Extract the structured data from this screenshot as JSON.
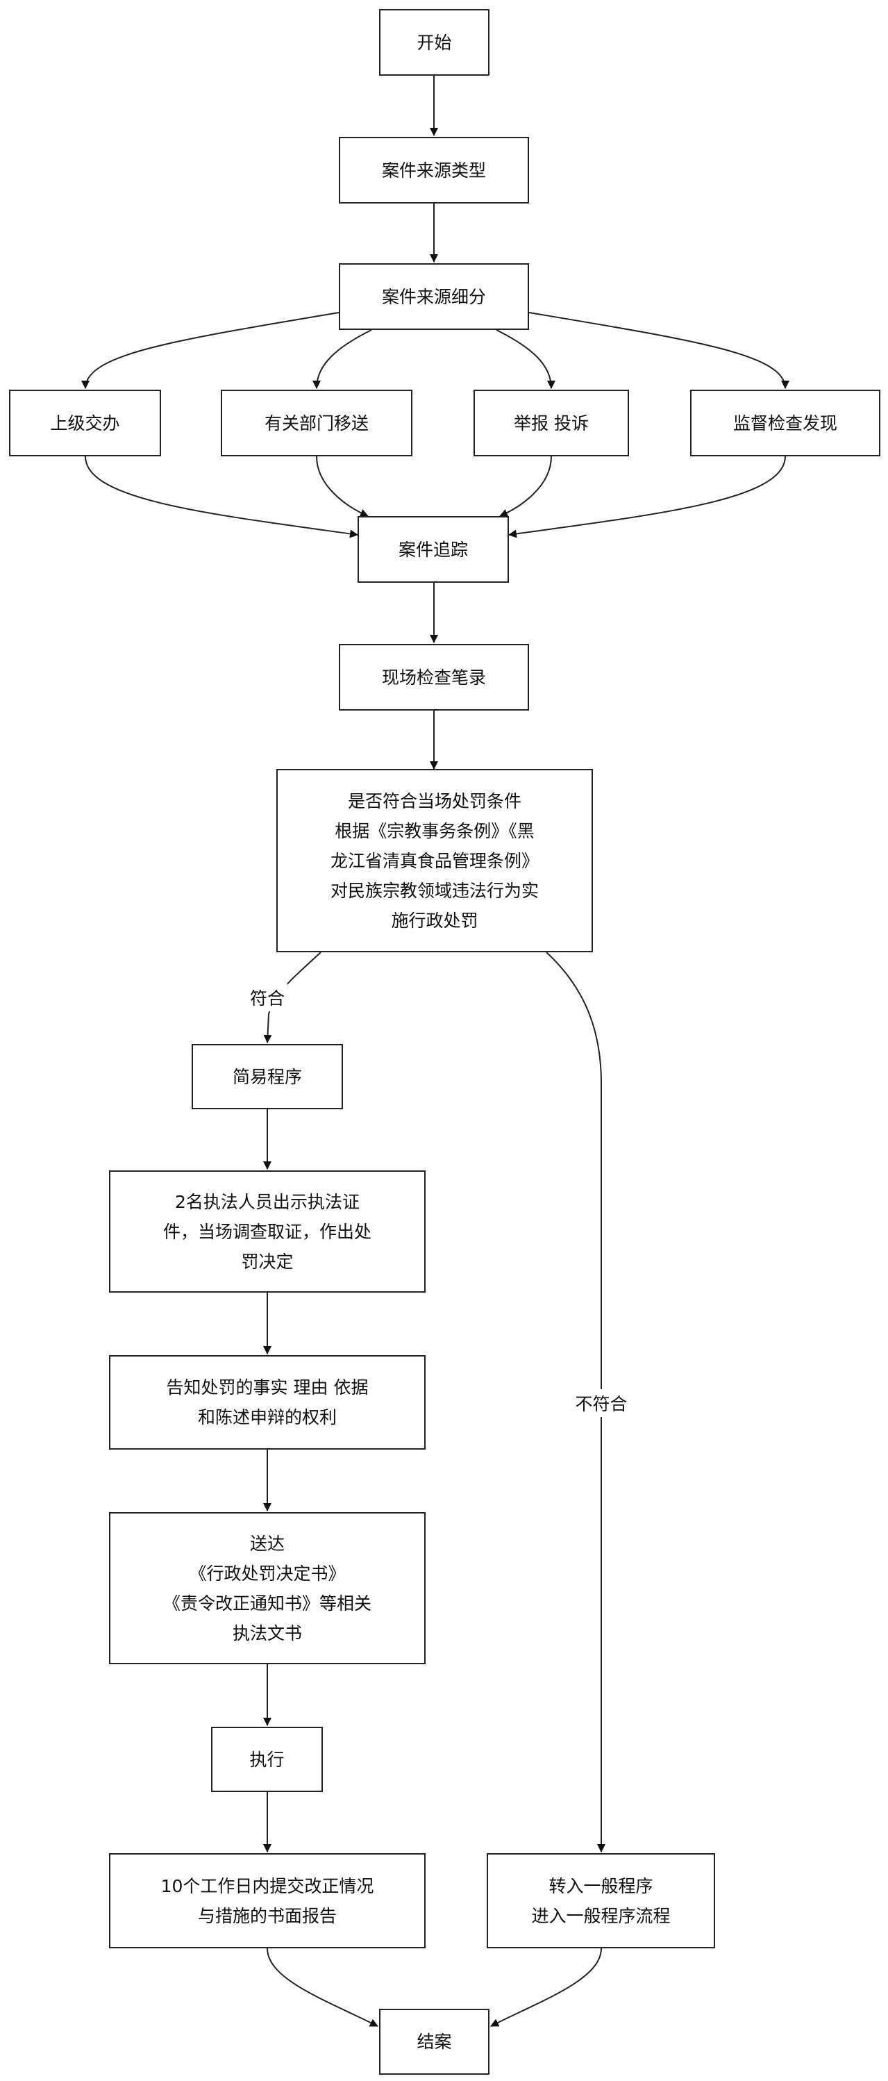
{
  "nodes": {
    "start": "开始",
    "source_type": "案件来源类型",
    "source_detail": "案件来源细分",
    "superior": "上级交办",
    "transfer": "有关部门移送",
    "report": "举报 投诉",
    "inspection": "监督检查发现",
    "tracking": "案件追踪",
    "onsite_record": "现场检查笔录",
    "decision": "是否符合当场处罚条件\n根据《宗教事务条例》《黑\n龙江省清真食品管理条例》\n对民族宗教领域违法行为实\n施行政处罚",
    "simple": "简易程序",
    "two_officers": "2名执法人员出示执法证\n件，当场调查取证，作出处\n罚决定",
    "inform": "告知处罚的事实 理由 依据\n和陈述申辩的权利",
    "deliver": "送达\n《行政处罚决定书》\n《责令改正通知书》等相关\n执法文书",
    "execute": "执行",
    "report10": "10个工作日内提交改正情况\n与措施的书面报告",
    "general": "转入一般程序\n进入一般程序流程",
    "close": "结案"
  },
  "edge_labels": {
    "yes": "符合",
    "no": "不符合"
  }
}
